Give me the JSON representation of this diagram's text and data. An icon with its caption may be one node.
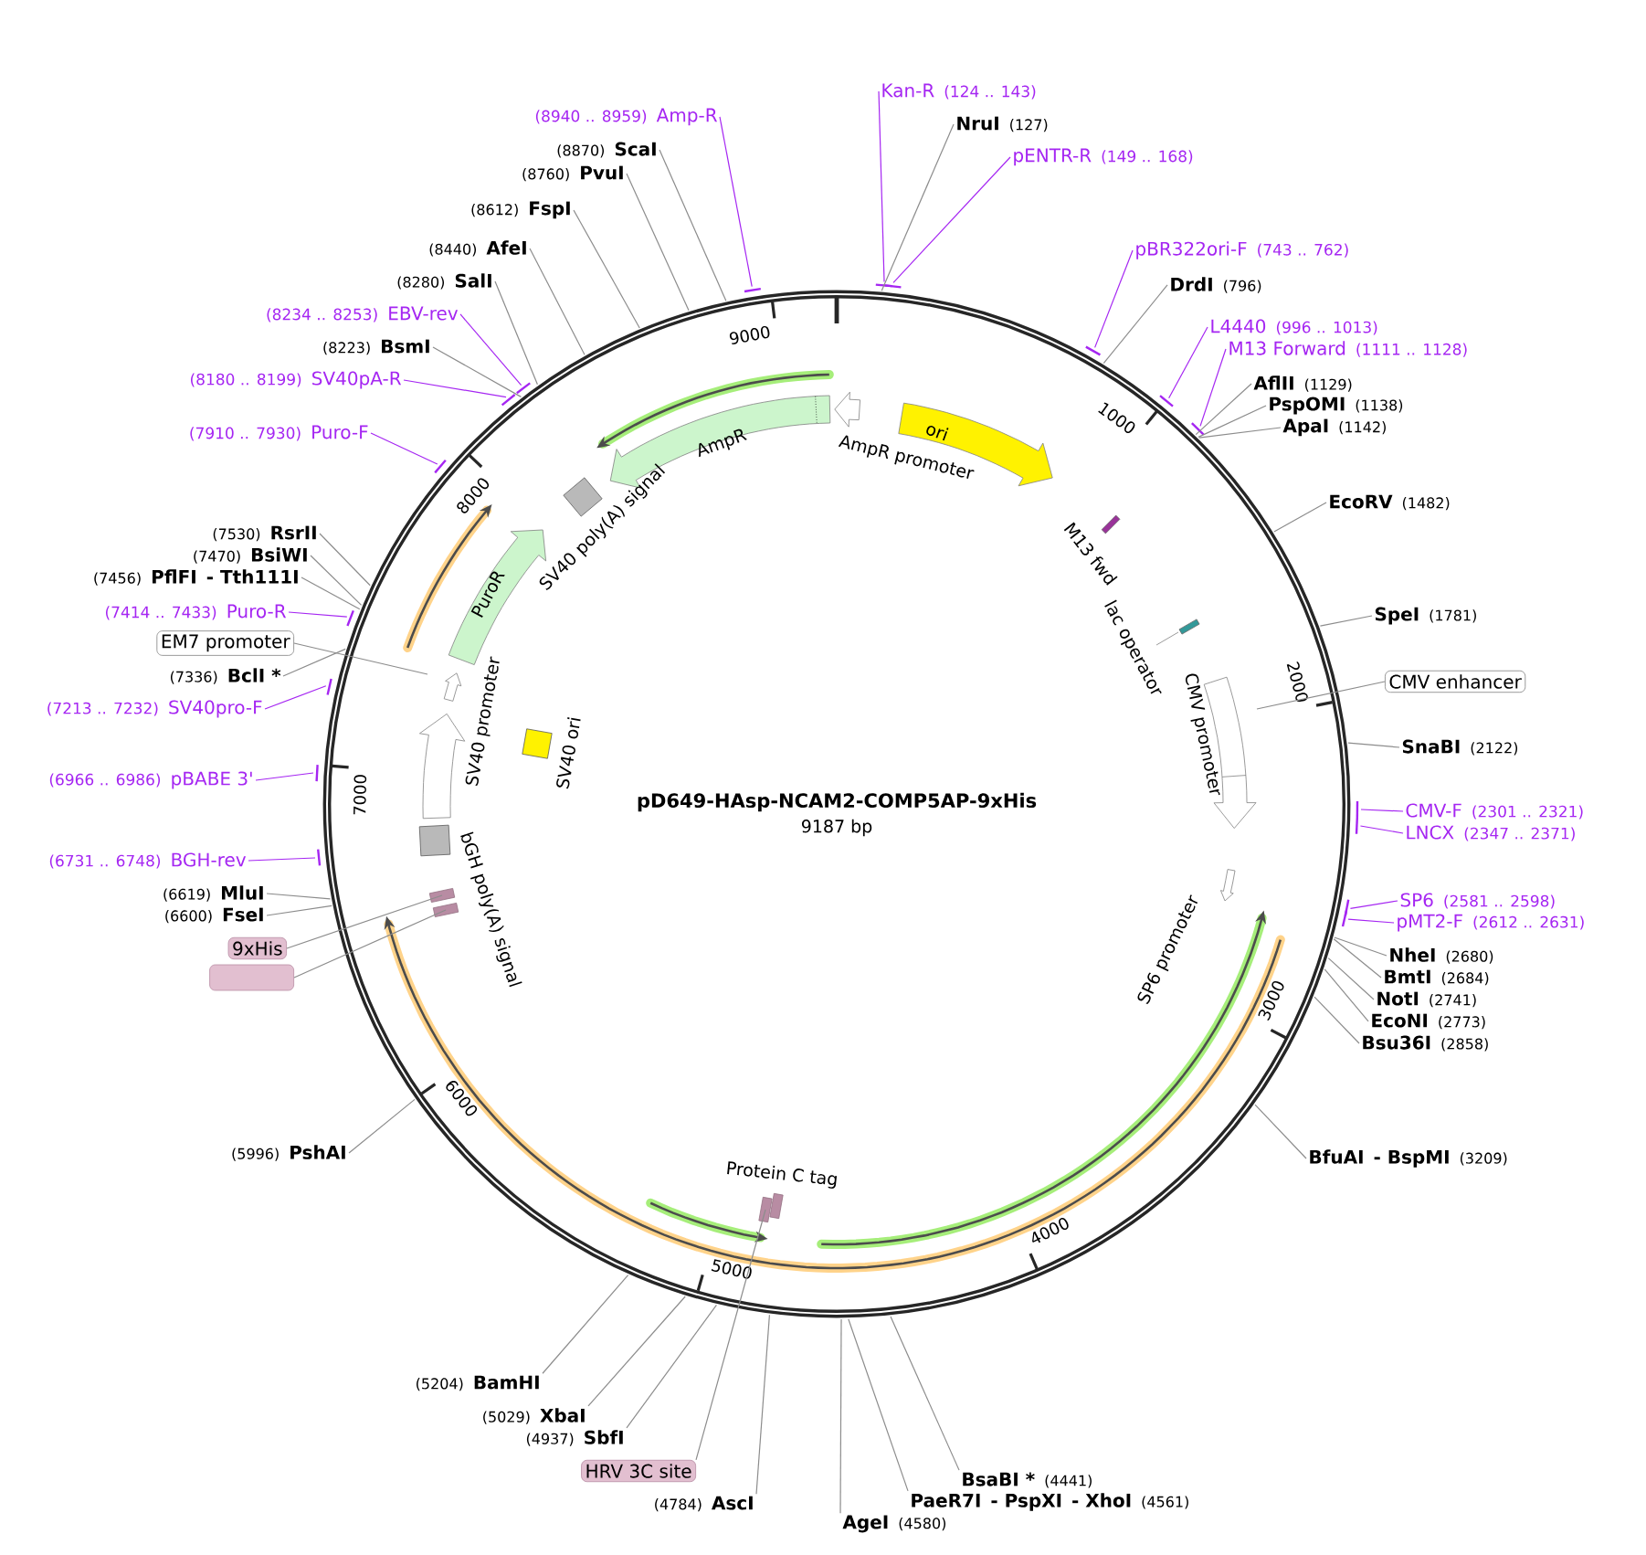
{
  "diagram": {
    "title": "pD649-HAsp-NCAM2-COMP5AP-9xHis",
    "nodes": [
      {
        "text": [
          "Kan-R",
          "(124 .. 143)"
        ]
      },
      {
        "text": [
          "NruI",
          "(127)"
        ]
      },
      {
        "text": [
          "pENTR-R",
          "(149 .. 168)"
        ]
      },
      {
        "text": [
          "pBR322ori-F",
          "(743 .. 762)"
        ]
      },
      {
        "text": [
          "DrdI",
          "(796)"
        ]
      },
      {
        "text": [
          "L4440",
          "(996 .. 1013)"
        ]
      },
      {
        "text": [
          "M13 Forward",
          "(1111 .. 1128)"
        ]
      },
      {
        "text": [
          "AflII",
          "(1129)"
        ]
      },
      {
        "text": [
          "PspOMI",
          "(1138)"
        ]
      },
      {
        "text": [
          "ApaI",
          "(1142)"
        ]
      },
      {
        "text": [
          "EcoRV",
          "(1482)"
        ]
      },
      {
        "text": [
          "SpeI",
          "(1781)"
        ]
      },
      {
        "text": [
          "CMV enhancer"
        ]
      },
      {
        "text": [
          "SnaBI",
          "(2122)"
        ]
      },
      {
        "text": [
          "CMV-F",
          "(2301 .. 2321)"
        ]
      },
      {
        "text": [
          "LNCX",
          "(2347 .. 2371)"
        ]
      },
      {
        "text": [
          "SP6",
          "(2581 .. 2598)"
        ]
      },
      {
        "text": [
          "pMT2-F",
          "(2612 .. 2631)"
        ]
      },
      {
        "text": [
          "NheI",
          "(2680)"
        ]
      },
      {
        "text": [
          "BmtI",
          "(2684)"
        ]
      },
      {
        "text": [
          "NotI",
          "(2741)"
        ]
      },
      {
        "text": [
          "EcoNI",
          "(2773)"
        ]
      },
      {
        "text": [
          "Bsu36I",
          "(2858)"
        ]
      },
      {
        "text": [
          "BfuAI",
          "- BspMI",
          "(3209)"
        ]
      },
      {
        "text": [
          "BsaBI *",
          "(4441)"
        ]
      },
      {
        "text": [
          "PaeR7I",
          "- PspXI",
          "- XhoI",
          "(4561)"
        ]
      },
      {
        "text": [
          "AgeI",
          "(4580)"
        ]
      },
      {
        "text": [
          "(4784)",
          "AscI"
        ]
      },
      {
        "text": [
          "HRV 3C site"
        ]
      },
      {
        "text": [
          "(4937)",
          "SbfI"
        ]
      },
      {
        "text": [
          "(5029)",
          "XbaI"
        ]
      },
      {
        "text": [
          "(5204)",
          "BamHI"
        ]
      },
      {
        "text": [
          "(5996)",
          "PshAI"
        ]
      },
      {
        "text": [
          "9xHis"
        ]
      },
      {
        "text": [],
        "shape": "box"
      },
      {
        "text": [
          "(6600)",
          "FseI"
        ]
      },
      {
        "text": [
          "(6619)",
          "MluI"
        ]
      },
      {
        "text": [
          "(6731 .. 6748)",
          "BGH-rev"
        ]
      },
      {
        "text": [
          "(6966 .. 6986)",
          "pBABE 3'"
        ]
      },
      {
        "text": [
          "(7213 .. 7232)",
          "SV40pro-F"
        ]
      },
      {
        "text": [
          "(7336)",
          "BclI *"
        ]
      },
      {
        "text": [
          "EM7 promoter"
        ]
      },
      {
        "text": [
          "(7414 .. 7433)",
          "Puro-R"
        ]
      },
      {
        "text": [
          "(7456)",
          "PflFI",
          "- Tth111I"
        ]
      },
      {
        "text": [
          "(7470)",
          "BsiWI"
        ]
      },
      {
        "text": [
          "(7530)",
          "RsrII"
        ]
      },
      {
        "text": [
          "(7910 .. 7930)",
          "Puro-F"
        ]
      },
      {
        "text": [
          "(8180 .. 8199)",
          "SV40pA-R"
        ]
      },
      {
        "text": [
          "(8223)",
          "BsmI"
        ]
      },
      {
        "text": [
          "(8234 .. 8253)",
          "EBV-rev"
        ]
      },
      {
        "text": [
          "(8280)",
          "SalI"
        ]
      },
      {
        "text": [
          "(8440)",
          "AfeI"
        ]
      },
      {
        "text": [
          "(8612)",
          "FspI"
        ]
      },
      {
        "text": [
          "(8760)",
          "PvuI"
        ]
      },
      {
        "text": [
          "(8870)",
          "ScaI"
        ]
      },
      {
        "text": [
          "(8940 .. 8959)",
          "Amp-R"
        ]
      },
      {
        "text": [],
        "shape": "box"
      },
      {
        "text": [],
        "shape": "box"
      },
      {
        "text": [],
        "shape": "box"
      }
    ],
    "edges": [
      {
        "from": 0,
        "to": null,
        "arrow": "none",
        "color": "#a526f2"
      },
      {
        "from": 1,
        "to": null,
        "arrow": "none"
      },
      {
        "from": 2,
        "to": null,
        "arrow": "none",
        "color": "#a526f2"
      },
      {
        "from": 3,
        "to": null,
        "arrow": "none",
        "color": "#a526f2"
      },
      {
        "from": 4,
        "to": null,
        "arrow": "none"
      },
      {
        "from": 5,
        "to": null,
        "arrow": "none",
        "color": "#a526f2"
      },
      {
        "from": 6,
        "to": null,
        "arrow": "none",
        "color": "#a526f2"
      },
      {
        "from": 7,
        "to": null,
        "arrow": "none"
      },
      {
        "from": 8,
        "to": null,
        "arrow": "none"
      },
      {
        "from": 9,
        "to": null,
        "arrow": "none"
      },
      {
        "from": 10,
        "to": null,
        "arrow": "none"
      },
      {
        "from": 11,
        "to": null,
        "arrow": "none"
      },
      {
        "from": 12,
        "to": null,
        "arrow": "none"
      },
      {
        "from": 13,
        "to": null,
        "arrow": "none"
      },
      {
        "from": 14,
        "to": null,
        "arrow": "none",
        "color": "#a526f2"
      },
      {
        "from": 15,
        "to": null,
        "arrow": "none",
        "color": "#a526f2"
      },
      {
        "from": 16,
        "to": null,
        "arrow": "none",
        "color": "#a526f2"
      },
      {
        "from": 17,
        "to": null,
        "arrow": "none",
        "color": "#a526f2"
      },
      {
        "from": 18,
        "to": null,
        "arrow": "none"
      },
      {
        "from": 19,
        "to": null,
        "arrow": "none"
      },
      {
        "from": 20,
        "to": null,
        "arrow": "none"
      },
      {
        "from": 21,
        "to": null,
        "arrow": "none"
      },
      {
        "from": 22,
        "to": null,
        "arrow": "none"
      },
      {
        "from": 23,
        "to": null,
        "arrow": "none"
      },
      {
        "from": 24,
        "to": null,
        "arrow": "none"
      },
      {
        "from": 25,
        "to": null,
        "arrow": "none"
      },
      {
        "from": 26,
        "to": null,
        "arrow": "none"
      },
      {
        "from": 27,
        "to": null,
        "arrow": "none"
      },
      {
        "from": 28,
        "to": 58,
        "arrow": "none"
      },
      {
        "from": 29,
        "to": null,
        "arrow": "none"
      },
      {
        "from": 30,
        "to": null,
        "arrow": "none"
      },
      {
        "from": 31,
        "to": null,
        "arrow": "none"
      },
      {
        "from": 32,
        "to": null,
        "arrow": "none"
      },
      {
        "from": 33,
        "to": 56,
        "arrow": "none"
      },
      {
        "from": 34,
        "to": 57,
        "arrow": "none"
      },
      {
        "from": 35,
        "to": null,
        "arrow": "none"
      },
      {
        "from": 36,
        "to": null,
        "arrow": "none"
      },
      {
        "from": 37,
        "to": null,
        "arrow": "none",
        "color": "#a526f2"
      },
      {
        "from": 38,
        "to": null,
        "arrow": "none",
        "color": "#a526f2"
      },
      {
        "from": 39,
        "to": null,
        "arrow": "none",
        "color": "#a526f2"
      },
      {
        "from": 40,
        "to": null,
        "arrow": "none"
      },
      {
        "from": 41,
        "to": null,
        "arrow": "none"
      },
      {
        "from": 42,
        "to": null,
        "arrow": "none",
        "color": "#a526f2"
      },
      {
        "from": 43,
        "to": null,
        "arrow": "none"
      },
      {
        "from": 44,
        "to": null,
        "arrow": "none"
      },
      {
        "from": 45,
        "to": null,
        "arrow": "none"
      },
      {
        "from": 46,
        "to": null,
        "arrow": "none",
        "color": "#a526f2"
      },
      {
        "from": 47,
        "to": null,
        "arrow": "none",
        "color": "#a526f2"
      },
      {
        "from": 48,
        "to": null,
        "arrow": "none"
      },
      {
        "from": 49,
        "to": null,
        "arrow": "none",
        "color": "#a526f2"
      },
      {
        "from": 50,
        "to": null,
        "arrow": "none"
      },
      {
        "from": 51,
        "to": null,
        "arrow": "none"
      },
      {
        "from": 52,
        "to": null,
        "arrow": "none"
      },
      {
        "from": 53,
        "to": null,
        "arrow": "none"
      },
      {
        "from": 54,
        "to": null,
        "arrow": "none"
      },
      {
        "from": 55,
        "to": null,
        "arrow": "none",
        "color": "#a526f2"
      }
    ],
    "labels": [
      "9187 bp",
      "1000",
      "2000",
      "3000",
      "4000",
      "5000",
      "6000",
      "7000",
      "8000",
      "9000",
      "AmpR promoter",
      "ori",
      "AmpR",
      "SV40 poly(A) signal",
      "M13 fwd",
      "lac operator",
      "PuroR",
      "CMV promoter",
      "SV40 promoter",
      "SV40 ori",
      "bGH poly(A) signal",
      "SP6 promoter",
      "Protein C tag"
    ]
  }
}
